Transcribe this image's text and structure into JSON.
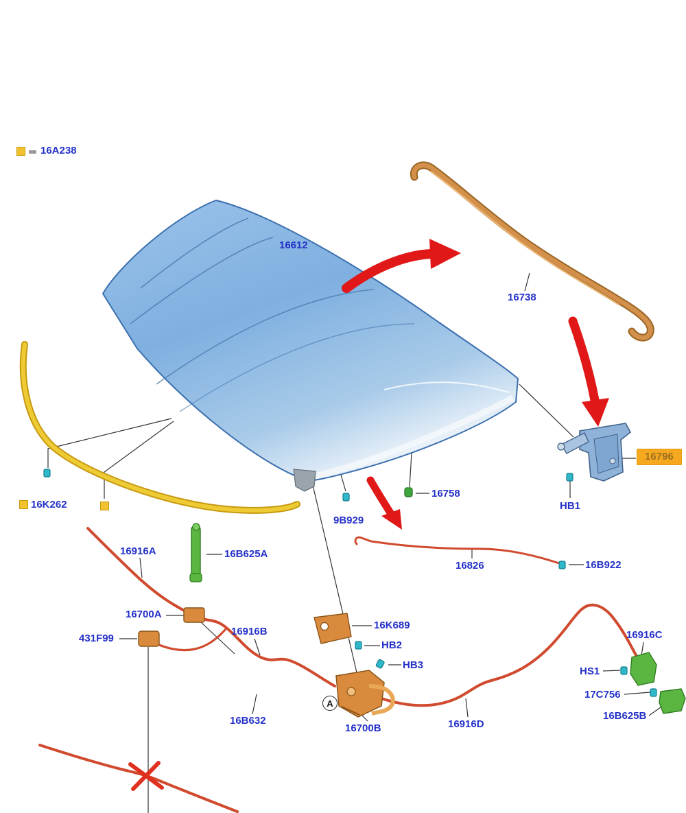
{
  "diagram": {
    "type": "exploded-parts-diagram",
    "subject": "hood-and-hood-release-assembly"
  },
  "legend": {
    "code": "16A238"
  },
  "labels": {
    "16A238": "16A238",
    "16612": "16612",
    "16738": "16738",
    "16796": "16796",
    "HB1": "HB1",
    "16758": "16758",
    "9B929": "9B929",
    "16K262": "16K262",
    "16826": "16826",
    "16B922": "16B922",
    "16916A": "16916A",
    "16B625A": "16B625A",
    "16700A": "16700A",
    "431F99": "431F99",
    "16916B": "16916B",
    "16B632": "16B632",
    "16K689": "16K689",
    "HB2": "HB2",
    "HB3": "HB3",
    "16700B": "16700B",
    "16916D": "16916D",
    "16916C": "16916C",
    "HS1": "HS1",
    "17C756": "17C756",
    "16B625B": "16B625B",
    "A": "A"
  },
  "colors": {
    "label_blue": "#2431c8",
    "highlight_box": "#f6a81e",
    "highlight_text": "#9c7022",
    "hood_blue": "#84b2e2",
    "seal_orange": "#cd853f",
    "weatherstrip_yellow": "#e8c028",
    "cable_red": "#d04a2e",
    "arrow_red": "#e01818",
    "clip_cyan": "#2fb8c9",
    "clip_green": "#3da63d",
    "part_green": "#5bb541",
    "part_orange": "#d98a3c",
    "legend_square": "#f2c12e"
  }
}
